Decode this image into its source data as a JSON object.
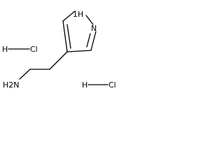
{
  "structure": {
    "ring_nh_label": "1H",
    "ring_n_label": "N",
    "amine_label": "H2N",
    "hcl_1": {
      "h": "H",
      "cl": "Cl"
    },
    "hcl_2": {
      "h": "H",
      "cl": "Cl"
    }
  },
  "colors": {
    "ink": "#000000",
    "background": "#ffffff"
  }
}
